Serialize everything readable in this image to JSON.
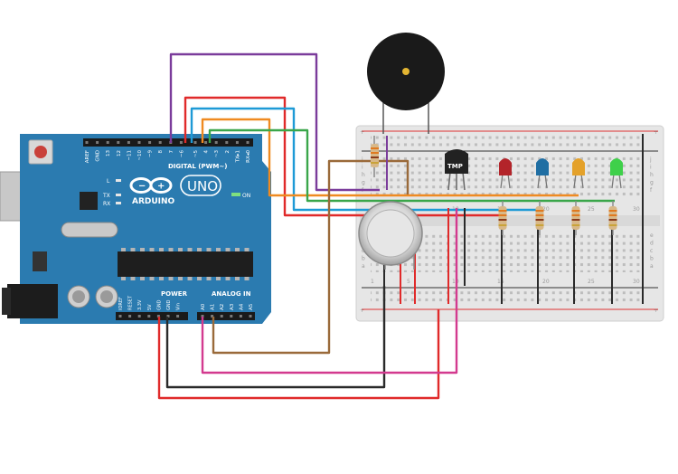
{
  "arduino": {
    "digital_header": "DIGITAL (PWM~)",
    "brand": "ARDUINO",
    "model": "UNO",
    "on_label": "ON",
    "led_l": "L",
    "led_tx": "TX",
    "led_rx": "RX",
    "power_header": "POWER",
    "analog_header": "ANALOG IN",
    "digital_pins": [
      "AREF",
      "GND",
      "13",
      "12",
      "~11",
      "~10",
      "~9",
      "8",
      "7",
      "~6",
      "~5",
      "4",
      "~3",
      "2",
      "TX▸1",
      "RX◂0"
    ],
    "power_pins": [
      "IOREF",
      "RESET",
      "3.3V",
      "5V",
      "GND",
      "GND",
      "Vin"
    ],
    "analog_pins": [
      "A0",
      "A1",
      "A2",
      "A3",
      "A4",
      "A5"
    ]
  },
  "breadboard": {
    "row_letters_top": [
      "j",
      "i",
      "h",
      "g",
      "f"
    ],
    "row_letters_bottom": [
      "e",
      "d",
      "c",
      "b",
      "a"
    ],
    "column_numbers": [
      "1",
      "5",
      "10",
      "15",
      "20",
      "25",
      "30"
    ]
  },
  "components": {
    "temp_sensor_label": "TMP"
  },
  "colors": {
    "board": "#2b7bb0",
    "purple": "#7b3c9b",
    "red": "#e02a2a",
    "orange": "#ef8a21",
    "green": "#3aa64a",
    "blue": "#1e9ad6",
    "brown": "#9a6a3a",
    "black": "#2a2a2a",
    "magenta": "#d33a8f"
  }
}
